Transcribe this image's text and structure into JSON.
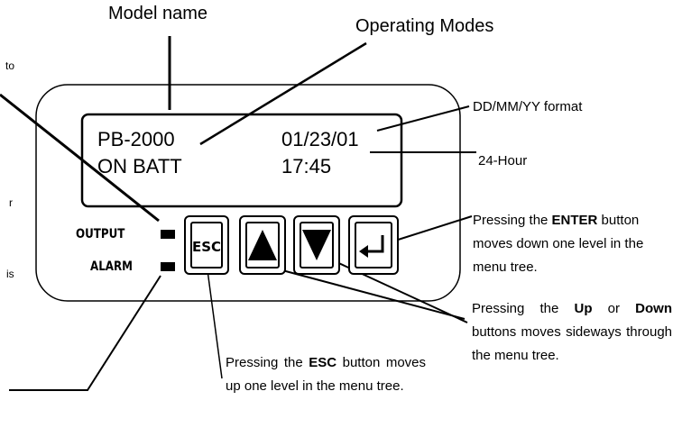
{
  "labels": {
    "model_name": "Model name",
    "operating_modes": "Operating Modes",
    "date_format": "DD/MM/YY format",
    "hour_format": "24-Hour",
    "cut_to": "to",
    "cut_r": "r",
    "cut_is": "is"
  },
  "lcd": {
    "line1_left": "PB-2000",
    "line1_right": "01/23/01",
    "line2_left": "ON BATT",
    "line2_right": "17:45"
  },
  "indicators": {
    "output": "OUTPUT",
    "alarm": "ALARM"
  },
  "buttons": {
    "esc": "ESC"
  },
  "annotations": {
    "enter": {
      "before": "Pressing the ",
      "bold": "ENTER",
      "after": " button moves down one level in the menu tree."
    },
    "updown": {
      "before": "Pressing the ",
      "bold1": "Up",
      "mid": " or ",
      "bold2": "Down",
      "after": " buttons moves sideways through the menu tree."
    },
    "esc": {
      "before": "Pressing the ",
      "bold": "ESC",
      "after": " button moves up one level in the menu tree."
    }
  }
}
